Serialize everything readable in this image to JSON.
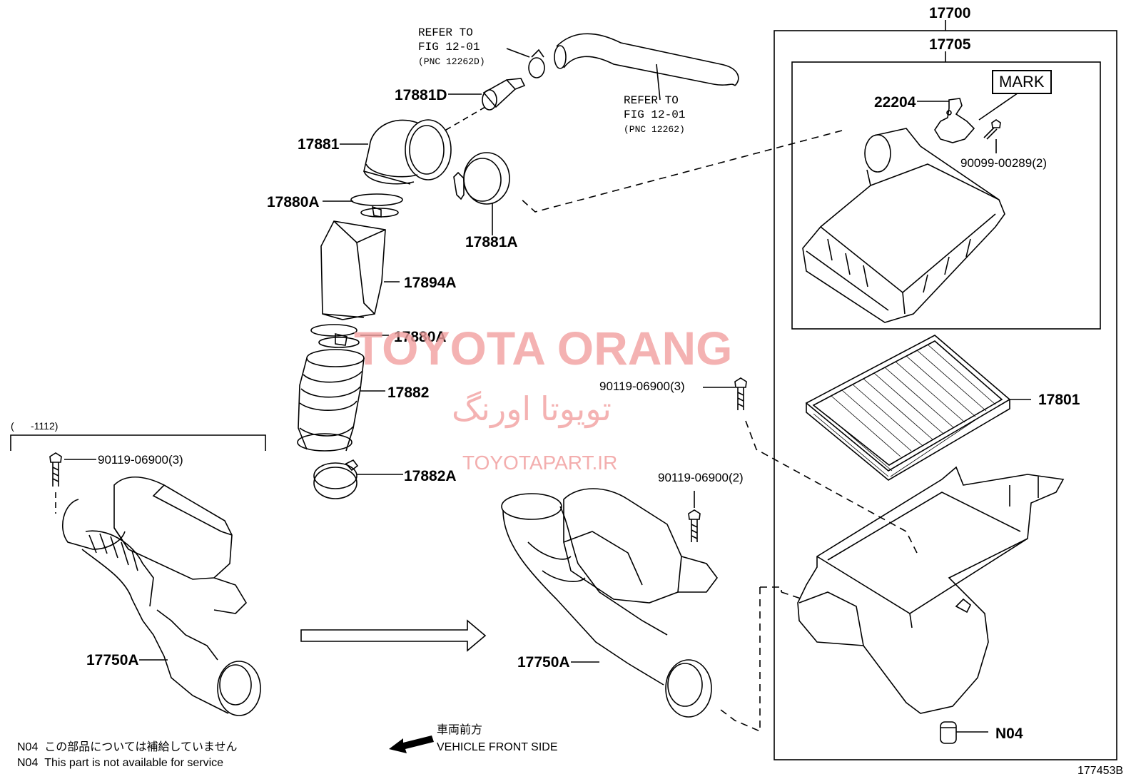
{
  "parts": {
    "p17700": "17700",
    "p17705": "17705",
    "p22204": "22204",
    "p90099": "90099-00289(2)",
    "mark": "MARK",
    "p17801": "17801",
    "pN04": "N04",
    "p17881D": "17881D",
    "p17881": "17881",
    "p17880A_top": "17880A",
    "p17881A": "17881A",
    "p17894A": "17894A",
    "p17880A_mid": "17880A",
    "p17882": "17882",
    "p17882A": "17882A",
    "p90119_3_center": "90119-06900(3)",
    "p90119_2": "90119-06900(2)",
    "p90119_3_left": "90119-06900(3)",
    "p17750A_left": "17750A",
    "p17750A_center": "17750A"
  },
  "refs": {
    "ref1_line1": "REFER TO",
    "ref1_line2": "FIG 12-01",
    "ref1_line3": "(PNC 12262D)",
    "ref2_line1": "REFER TO",
    "ref2_line2": "FIG 12-01",
    "ref2_line3": "(PNC 12262)"
  },
  "range_label": "(      -1112)",
  "notes": {
    "n04_jp_code": "N04",
    "n04_jp_text": "この部品については補給していません",
    "n04_en_code": "N04",
    "n04_en_text": "This part is not available for service"
  },
  "direction": {
    "jp": "車両前方",
    "en": "VEHICLE FRONT SIDE"
  },
  "figure_id": "177453B",
  "watermark": {
    "main": "TOYOTA ORANG",
    "persian": "تویوتا اورنگ",
    "site": "TOYOTAPART.IR",
    "color": "#f2a0a0"
  }
}
